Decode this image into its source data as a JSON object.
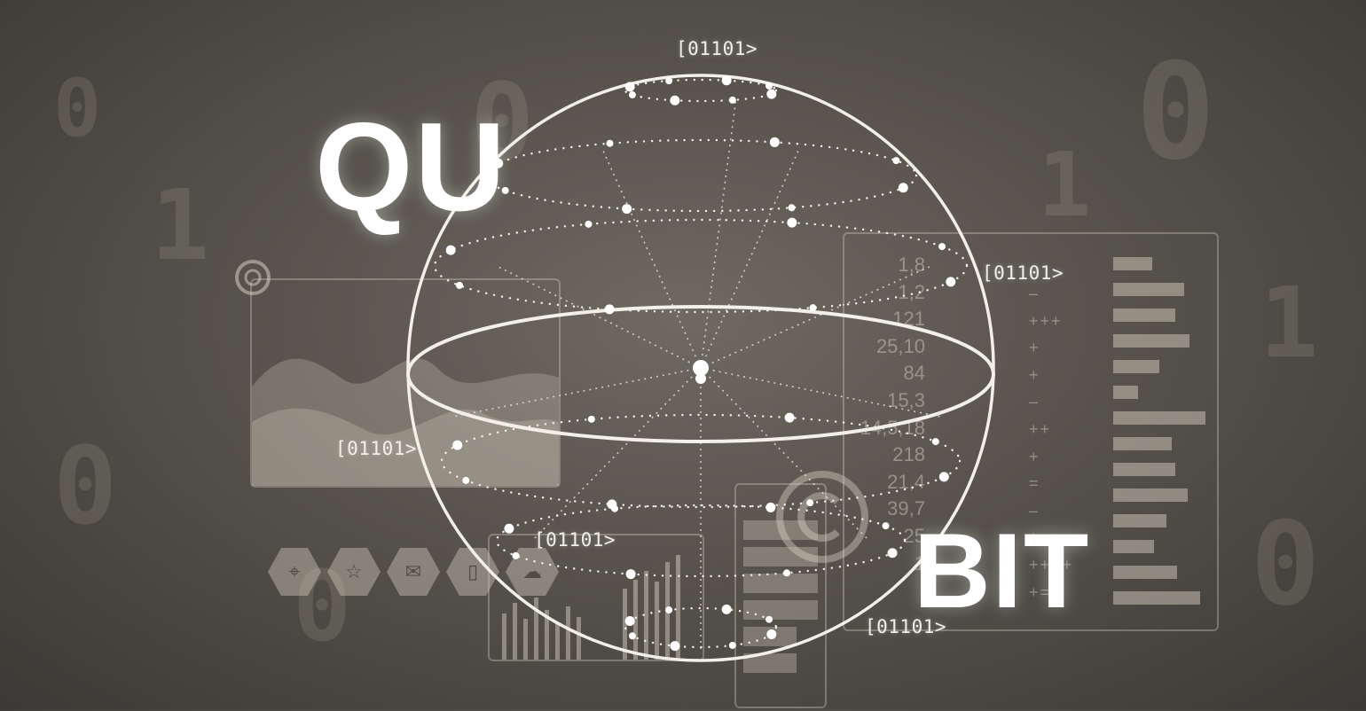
{
  "title": {
    "left": "QU",
    "right": "BIT"
  },
  "ket_labels": [
    "[01101>",
    "[01101>",
    "[01101>",
    "[01101>",
    "[01101>"
  ],
  "panel_numbers": [
    "1,8",
    "1,2",
    "121",
    "25,10",
    "84",
    "15,3",
    "14,5,18",
    "218",
    "21,4",
    "39,7",
    "25",
    "1"
  ],
  "panel_symbols": [
    "–",
    "+++",
    "+",
    "+",
    "–",
    "++",
    "+",
    "=",
    "–",
    "+",
    "++++",
    "+="
  ],
  "hex_icons": [
    "location-pin-icon",
    "star-icon",
    "mail-icon",
    "battery-icon",
    "cloud-icon"
  ],
  "colors": {
    "background": "#57534c",
    "foreground": "#ffffff",
    "panel": "#d7cdbe"
  }
}
